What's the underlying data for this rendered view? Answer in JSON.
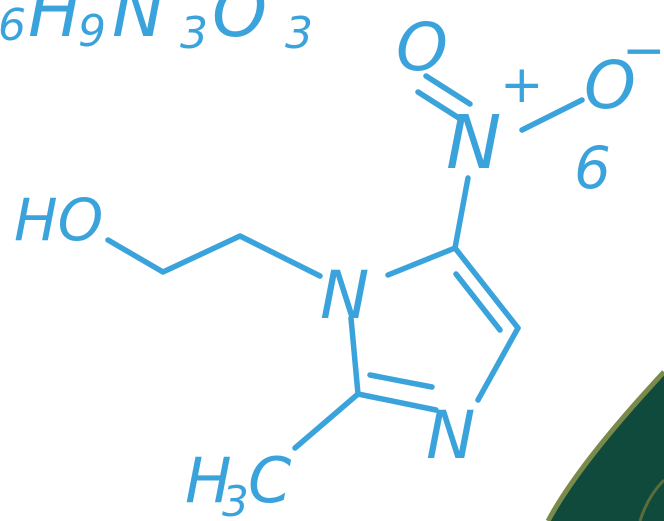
{
  "formula": {
    "c_sub": "6",
    "h": "H",
    "h_sub": "9",
    "n": "N",
    "n_sub": "3",
    "o": "O",
    "o_sub": "3"
  },
  "atoms": {
    "hydroxyl": "HO",
    "ring_n1": "N",
    "ring_n3": "N",
    "nitro_n": "N",
    "nitro_plus": "+",
    "nitro_o_double": "O",
    "nitro_o_single": "O",
    "nitro_o_minus": "−",
    "stray_digit": "6",
    "methyl_h": "H",
    "methyl_sub": "3",
    "methyl_c": "C"
  },
  "colors": {
    "ink": "#3ba3dc",
    "background": "#ffffff",
    "corner_panel": "#0f4a3c",
    "corner_border": "#7a8a4a"
  }
}
